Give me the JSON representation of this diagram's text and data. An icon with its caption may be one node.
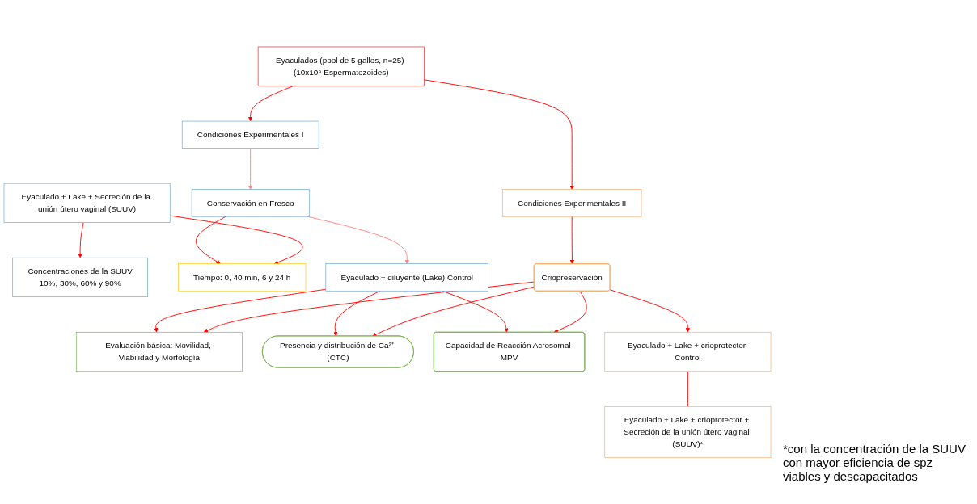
{
  "diagram": {
    "nodes": [
      {
        "text": [
          "Eyaculados (pool de 5 gallos, n=25) (10x10⁹ Espermatozoides)"
        ]
      },
      {
        "text": [
          "Condiciones Experimentales I"
        ]
      },
      {
        "text": [
          "Condiciones Experimentales II"
        ]
      },
      {
        "text": [
          "Conservación en Fresco"
        ]
      },
      {
        "text": [
          "Eyaculado + diluyente (Lake) Control"
        ]
      },
      {
        "text": [
          "Eyaculado + Lake + Secreción de la unión útero vaginal (SUUV)"
        ]
      },
      {
        "text": [
          "Concentraciones de la SUUV",
          "10%, 30%, 60% y 90%"
        ]
      },
      {
        "text": [
          "Evaluación básica: Movilidad, Viabilidad y Morfología"
        ]
      },
      {
        "text": [
          "Presencia y distribución de Ca²⁺ (CTC)"
        ]
      },
      {
        "text": [
          "Capacidad de Reacción Acrosomal MPV"
        ]
      },
      {
        "text": [
          "Tiempo: 0, 40 min, 6 y 24 h"
        ]
      },
      {
        "text": [
          "Criopreservación"
        ]
      },
      {
        "text": [
          "Eyaculado + Lake + crioprotector Control"
        ]
      },
      {
        "text": [
          "Eyaculado + Lake + crioprotector + Secreción de la unión útero vaginal (SUUV)*"
        ]
      }
    ],
    "edges": [
      {
        "from": 0,
        "to": 1,
        "arrow": "to"
      },
      {
        "from": 0,
        "to": 2,
        "arrow": "to"
      },
      {
        "from": 1,
        "to": 3,
        "arrow": "to",
        "color": "#ff8080"
      },
      {
        "from": 3,
        "to": 4,
        "arrow": "to",
        "color": "#ff8080"
      },
      {
        "from": 5,
        "to": 6,
        "arrow": "to"
      },
      {
        "from": 4,
        "to": 7,
        "arrow": "to"
      },
      {
        "from": 4,
        "to": 8,
        "arrow": "to"
      },
      {
        "from": 4,
        "to": 9,
        "arrow": "to"
      },
      {
        "from": 3,
        "to": 10,
        "arrow": "to"
      },
      {
        "from": 5,
        "to": 10,
        "arrow": "to"
      },
      {
        "from": 2,
        "to": 11,
        "arrow": "to"
      },
      {
        "from": 11,
        "to": 12,
        "arrow": "to"
      },
      {
        "from": 11,
        "to": 7,
        "arrow": "to"
      },
      {
        "from": 11,
        "to": 8,
        "arrow": "to"
      },
      {
        "from": 11,
        "to": 9,
        "arrow": "to"
      },
      {
        "from": 12,
        "to": 13,
        "arrow": "none"
      }
    ],
    "labels": [
      "*con la concentración de la SUUV con mayor eficiencia de spz viables y descapacitados"
    ]
  }
}
